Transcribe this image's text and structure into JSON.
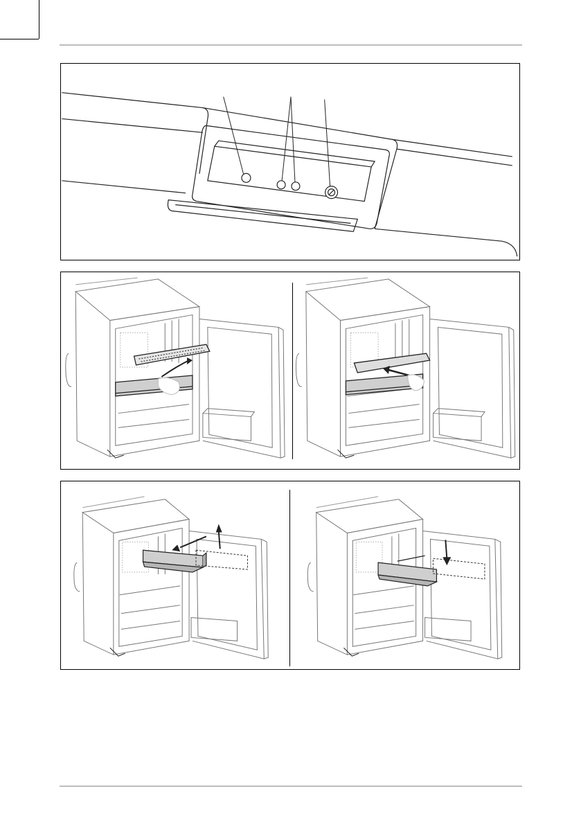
{
  "document": {
    "figures": [
      {
        "id": "control-panel",
        "callout_labels": []
      },
      {
        "id": "shelf-removal",
        "steps": 2
      },
      {
        "id": "door-bin-removal",
        "steps": 2
      }
    ]
  },
  "colors": {
    "line": "#222222",
    "light_line": "#888888",
    "shade": "#cfcfcf",
    "rule": "#bdbdbd"
  },
  "icons": [
    "control-button-icon",
    "indicator-led-icon",
    "thermostat-knob-icon",
    "arrow-icon"
  ]
}
